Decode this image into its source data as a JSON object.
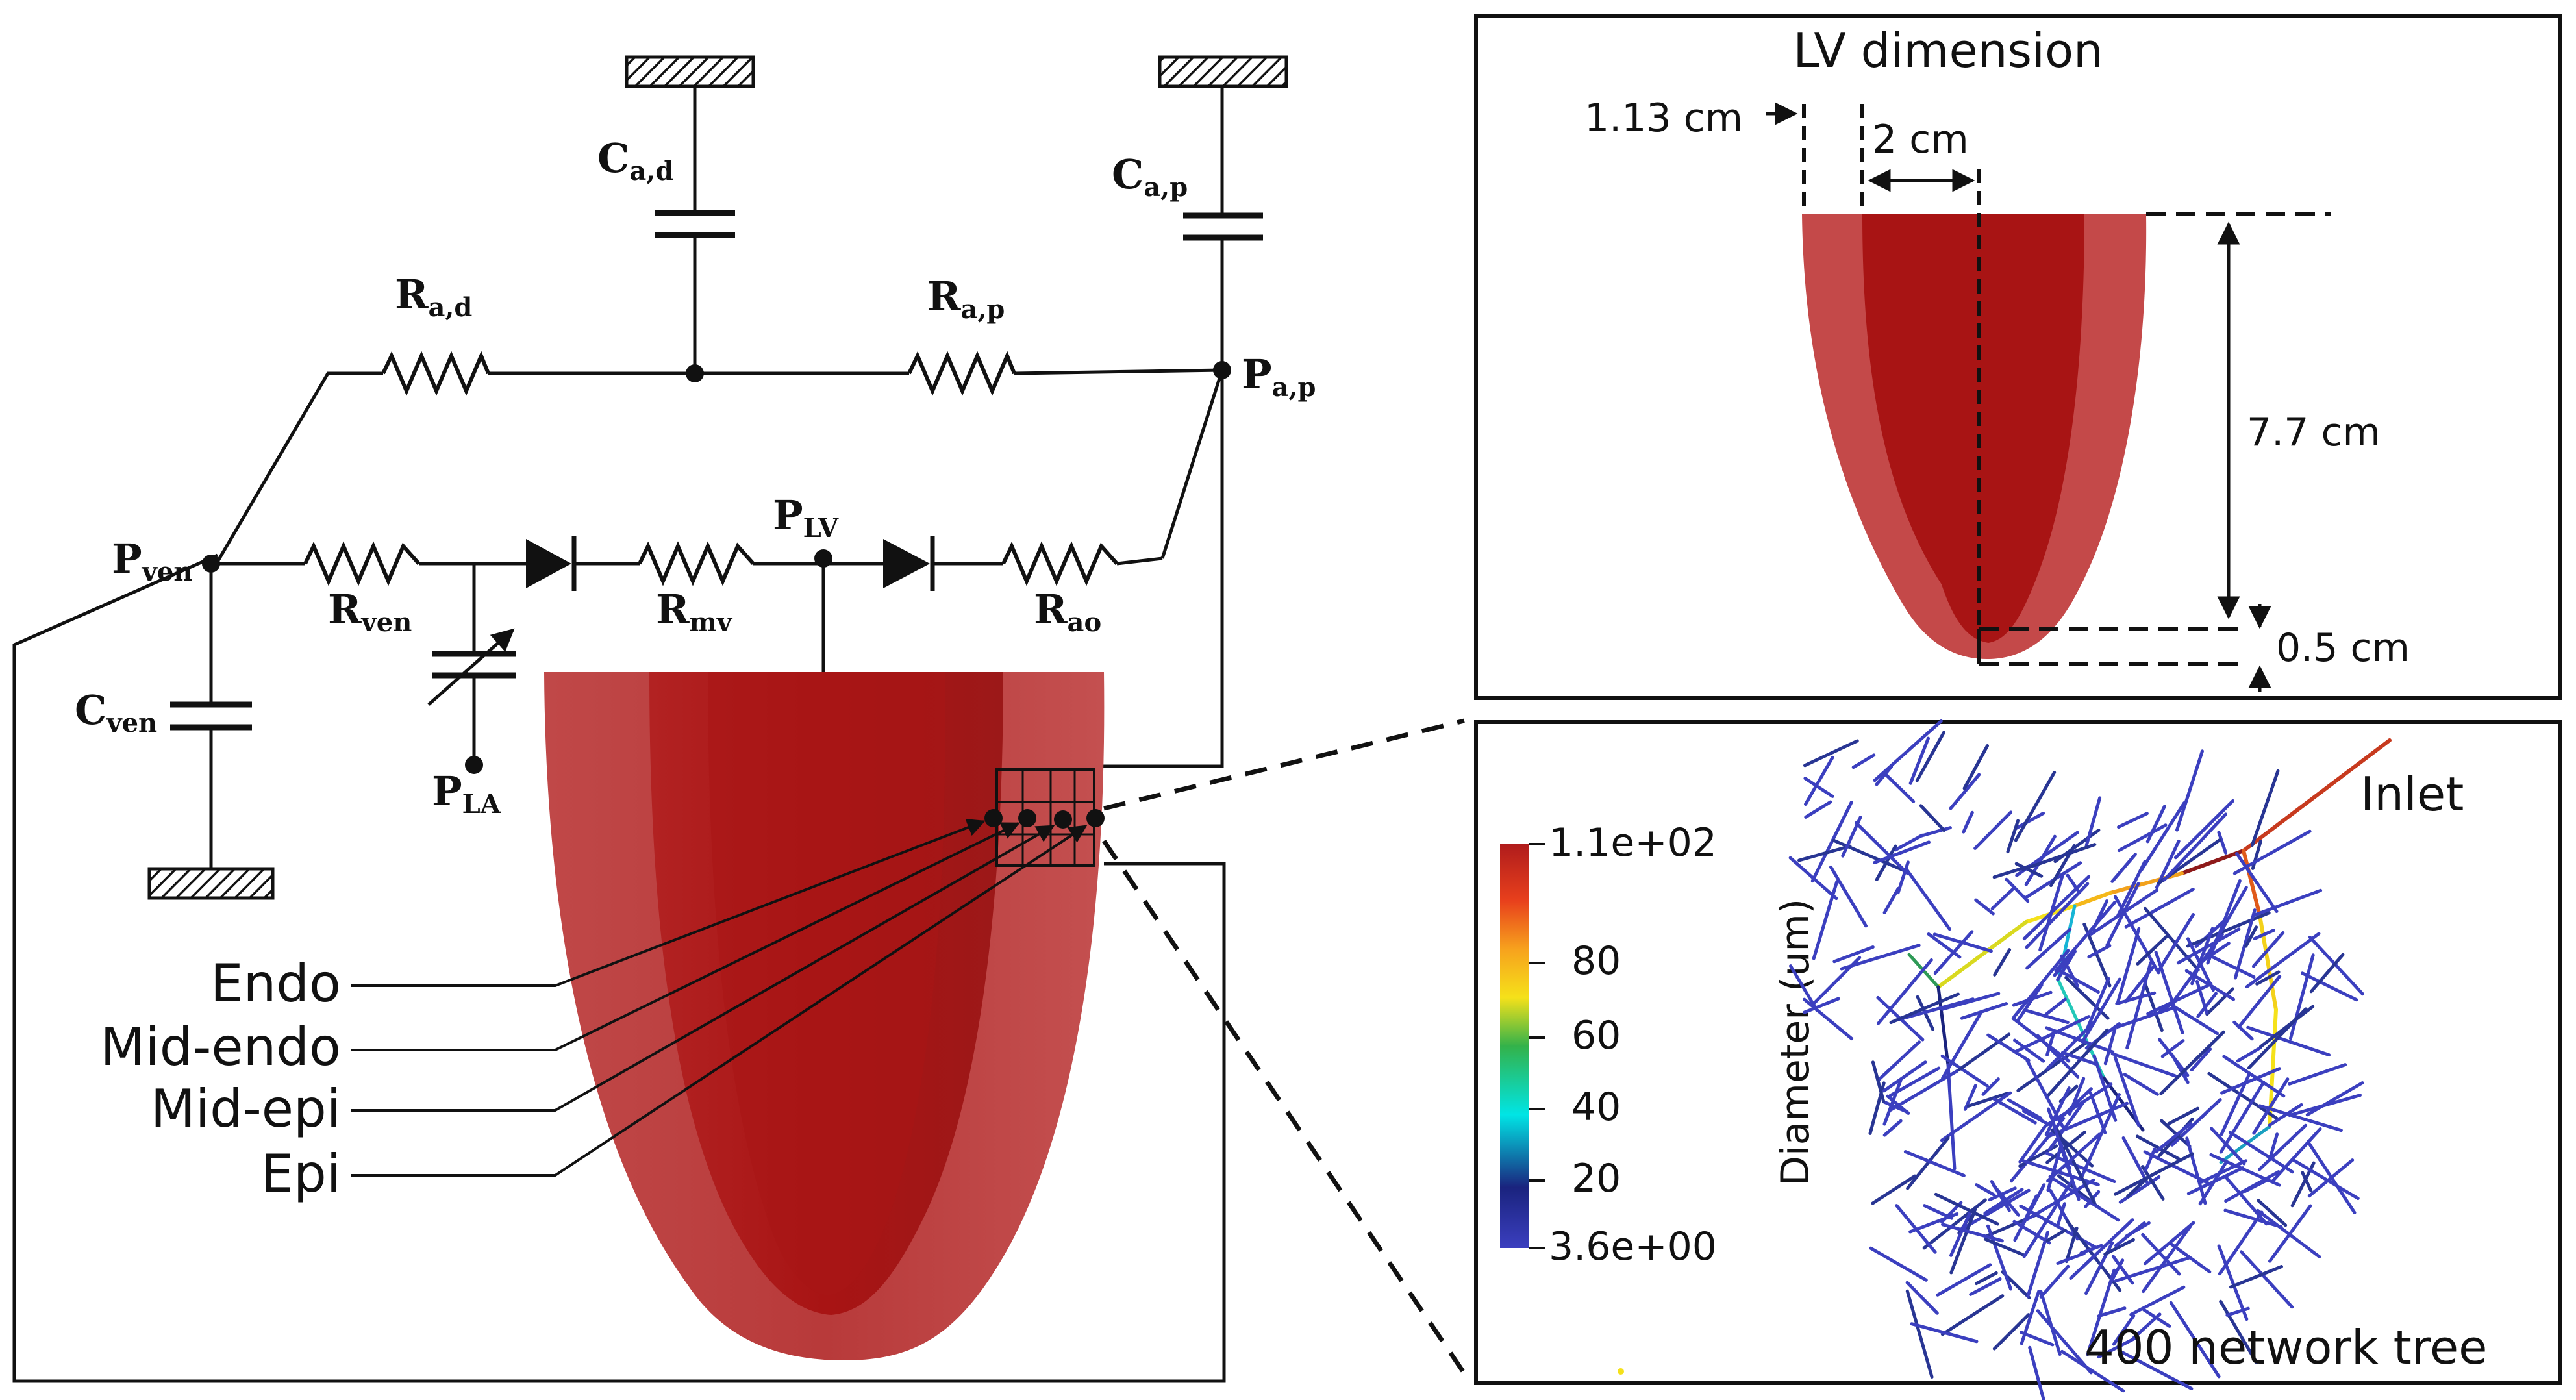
{
  "circuit": {
    "labels": {
      "c_ad": {
        "main": "C",
        "sub": "a,d"
      },
      "c_ap": {
        "main": "C",
        "sub": "a,p"
      },
      "r_ad": {
        "main": "R",
        "sub": "a,d"
      },
      "r_ap": {
        "main": "R",
        "sub": "a,p"
      },
      "p_ap": {
        "main": "P",
        "sub": "a,p"
      },
      "p_ven": {
        "main": "P",
        "sub": "ven"
      },
      "r_ven": {
        "main": "R",
        "sub": "ven"
      },
      "p_lv": {
        "main": "P",
        "sub": "LV"
      },
      "r_mv": {
        "main": "R",
        "sub": "mv"
      },
      "r_ao": {
        "main": "R",
        "sub": "ao"
      },
      "c_ven": {
        "main": "C",
        "sub": "ven"
      },
      "p_la": {
        "main": "P",
        "sub": "LA"
      }
    }
  },
  "layers": {
    "endo": "Endo",
    "mid_endo": "Mid-endo",
    "mid_epi": "Mid-epi",
    "epi": "Epi"
  },
  "dimension_panel": {
    "title": "LV dimension",
    "thickness": "1.13 cm",
    "cavity_radius": "2 cm",
    "length": "7.7 cm",
    "apex_gap": "0.5 cm"
  },
  "network_panel": {
    "inlet": "Inlet",
    "caption": "400 network tree",
    "colorbar": {
      "title": "Diameter (um)",
      "ticks": [
        "1.1e+02",
        "80",
        "60",
        "40",
        "20",
        "3.6e+00"
      ],
      "min": 3.6,
      "max": 110,
      "colors": [
        "#3b3fbf",
        "#1a237e",
        "#00e5e5",
        "#33b24a",
        "#f5e11a",
        "#f7a21d",
        "#e8401c",
        "#b01c1c"
      ]
    }
  }
}
